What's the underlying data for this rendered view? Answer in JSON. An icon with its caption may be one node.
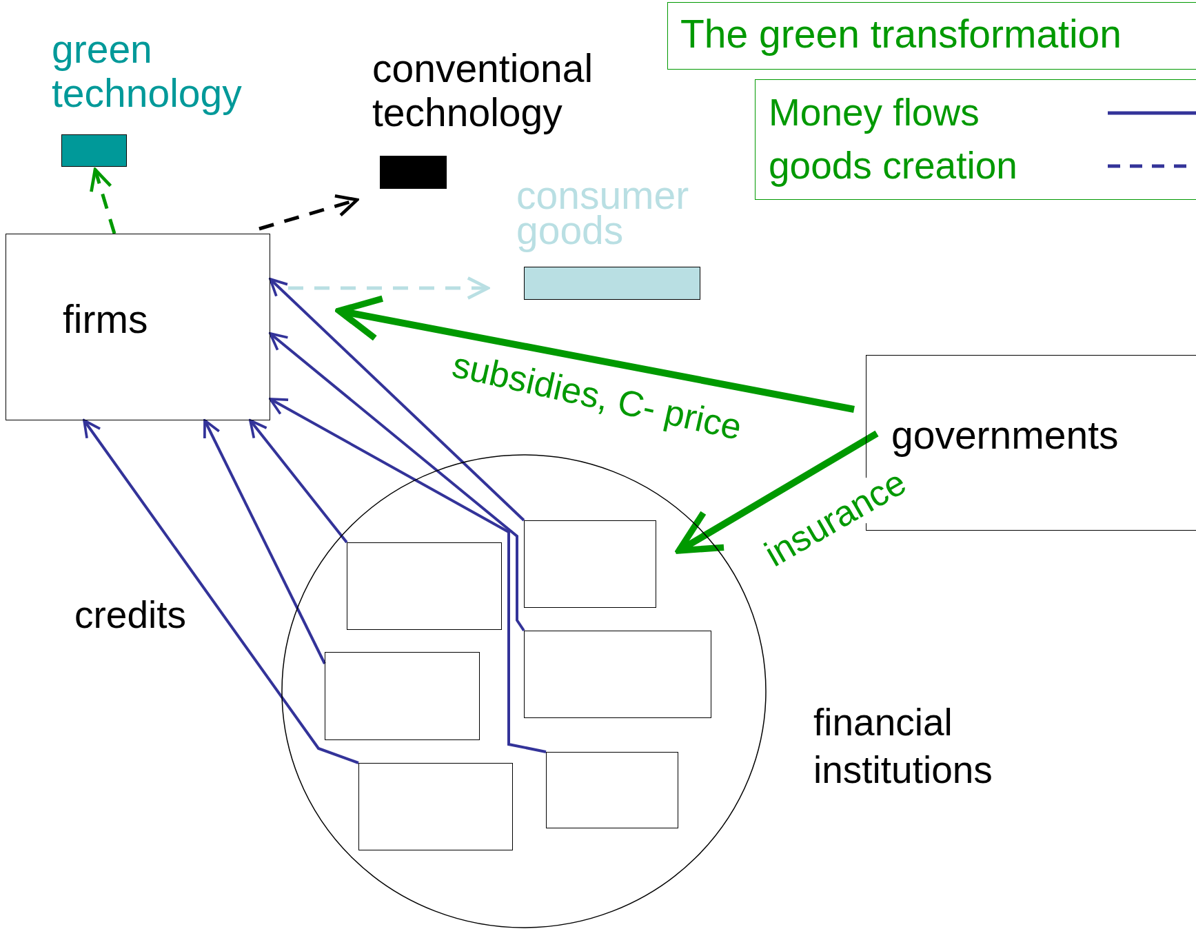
{
  "diagram": {
    "title": "The green transformation",
    "nodes": [
      {
        "text": [
          "green technology"
        ]
      },
      {
        "text": [
          "conventional technology"
        ]
      },
      {
        "text": [
          "consumer goods"
        ]
      },
      {
        "text": [
          "firms"
        ]
      },
      {
        "text": [
          "governments"
        ]
      },
      {
        "text": [],
        "shape": "circle",
        "beside": [
          "financial institutions"
        ]
      },
      {
        "text": [],
        "shape": "box",
        "in": 5
      },
      {
        "text": [],
        "shape": "box",
        "in": 5
      },
      {
        "text": [],
        "shape": "box",
        "in": 5
      },
      {
        "text": [],
        "shape": "box",
        "in": 5
      },
      {
        "text": [],
        "shape": "box",
        "in": 5
      },
      {
        "text": [],
        "shape": "box",
        "in": 5
      }
    ],
    "edges": [
      {
        "from": 6,
        "to": 3,
        "arrow": "to"
      },
      {
        "from": 8,
        "to": 3,
        "arrow": "to"
      },
      {
        "from": 10,
        "to": 3,
        "arrow": "to"
      },
      {
        "from": 7,
        "to": 3,
        "arrow": "to"
      },
      {
        "from": 9,
        "to": 3,
        "arrow": "to"
      },
      {
        "from": 11,
        "to": 3,
        "arrow": "to"
      },
      {
        "from": 3,
        "to": 0,
        "arrow": "to",
        "style": "dashed",
        "color": "#009900"
      },
      {
        "from": 3,
        "to": 1,
        "arrow": "to",
        "style": "dashed",
        "color": "#000000"
      },
      {
        "from": 3,
        "to": 2,
        "arrow": "to",
        "style": "dashed",
        "color": "#b9dfe3"
      },
      {
        "from": 4,
        "to": 3,
        "arrow": "to",
        "label": "subsidies, C- price",
        "style": "thick",
        "color": "#009900"
      },
      {
        "from": 4,
        "to": 5,
        "arrow": "to",
        "label": "insurance",
        "style": "thick",
        "color": "#009900"
      }
    ],
    "labels": [
      "credits"
    ],
    "legend": [
      {
        "text": "Money flows"
      },
      {
        "text": "goods creation"
      }
    ]
  }
}
